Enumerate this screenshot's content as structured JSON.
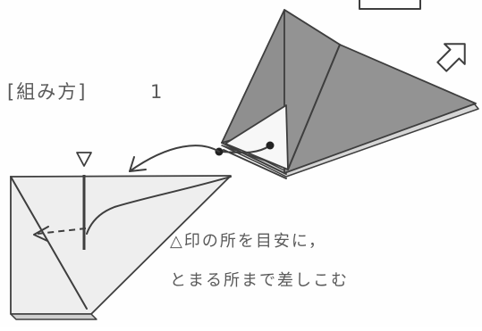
{
  "heading": {
    "label": "[組み方]",
    "step": "1"
  },
  "caption": {
    "line1": "△印の所を目安に，",
    "line2": "とまる所まで差しこむ"
  },
  "colors": {
    "panel_gray": "#8f8f8f",
    "panel_light": "#ececec",
    "ink": "#3e3e3e",
    "text": "#5a5a5a"
  }
}
